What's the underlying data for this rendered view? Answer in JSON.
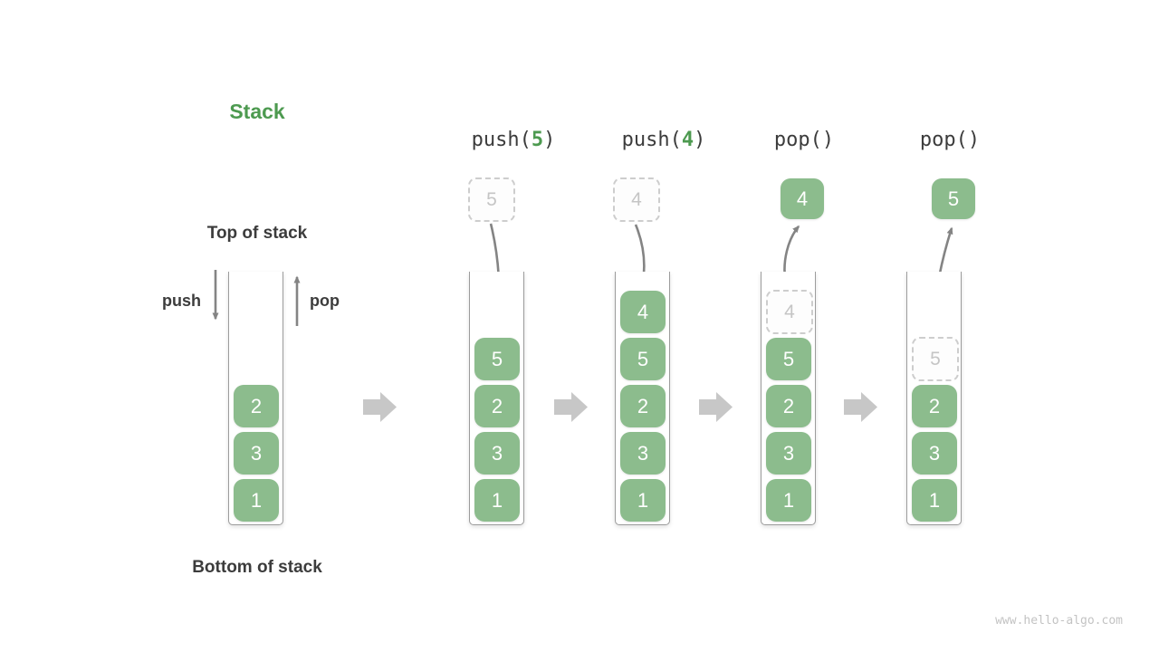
{
  "title": "Stack",
  "watermark": "www.hello-algo.com",
  "labels": {
    "top_of_stack": "Top of stack",
    "bottom_of_stack": "Bottom of stack",
    "push": "push",
    "pop": "pop"
  },
  "colors": {
    "accent_green": "#4d9a50",
    "cell_green": "#8cbc8d",
    "thin_arrow_gray": "#848484",
    "block_arrow_gray": "#c7c7c7",
    "dashed_gray": "#cdcdcd",
    "text_dark": "#3c3c3c"
  },
  "columns": [
    {
      "name": "initial-stack",
      "cells": [
        {
          "value": "2"
        },
        {
          "value": "3"
        },
        {
          "value": "1"
        }
      ]
    },
    {
      "name": "push-5",
      "operation": {
        "prefix": "push(",
        "arg": "5",
        "suffix": ")"
      },
      "floating": {
        "value": "5",
        "style": "dashed"
      },
      "cells": [
        {
          "value": "5"
        },
        {
          "value": "2"
        },
        {
          "value": "3"
        },
        {
          "value": "1"
        }
      ]
    },
    {
      "name": "push-4",
      "operation": {
        "prefix": "push(",
        "arg": "4",
        "suffix": ")"
      },
      "floating": {
        "value": "4",
        "style": "dashed"
      },
      "cells": [
        {
          "value": "4"
        },
        {
          "value": "5"
        },
        {
          "value": "2"
        },
        {
          "value": "3"
        },
        {
          "value": "1"
        }
      ]
    },
    {
      "name": "pop-first",
      "operation": {
        "text": "pop()"
      },
      "floating": {
        "value": "4",
        "style": "solid"
      },
      "cells": [
        {
          "value": "4",
          "style": "dashed"
        },
        {
          "value": "5"
        },
        {
          "value": "2"
        },
        {
          "value": "3"
        },
        {
          "value": "1"
        }
      ]
    },
    {
      "name": "pop-second",
      "operation": {
        "text": "pop()"
      },
      "floating": {
        "value": "5",
        "style": "solid"
      },
      "cells": [
        {
          "value": "5",
          "style": "dashed"
        },
        {
          "value": "2"
        },
        {
          "value": "3"
        },
        {
          "value": "1"
        }
      ]
    }
  ]
}
